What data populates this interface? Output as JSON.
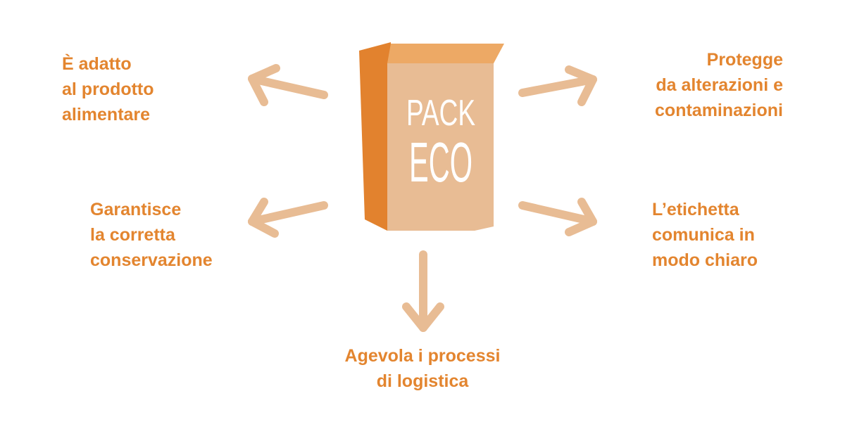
{
  "box": {
    "line1": "PACK",
    "line2": "ECO"
  },
  "benefits": {
    "top_left": [
      "È adatto",
      "al prodotto",
      "alimentare"
    ],
    "mid_left": [
      "Garantisce",
      "la corretta",
      "conservazione"
    ],
    "top_right": [
      "Protegge",
      "da alterazioni e",
      "contaminazioni"
    ],
    "mid_right": [
      "L’etichetta",
      "comunica in",
      "modo chiaro"
    ],
    "bottom": [
      "Agevola i processi",
      "di logistica"
    ]
  },
  "colors": {
    "text_orange": "#e3852f",
    "arrow_peach": "#e8bc94",
    "box_front": "#e8bc94",
    "box_side": "#e2822e",
    "box_flap": "#eda965"
  }
}
